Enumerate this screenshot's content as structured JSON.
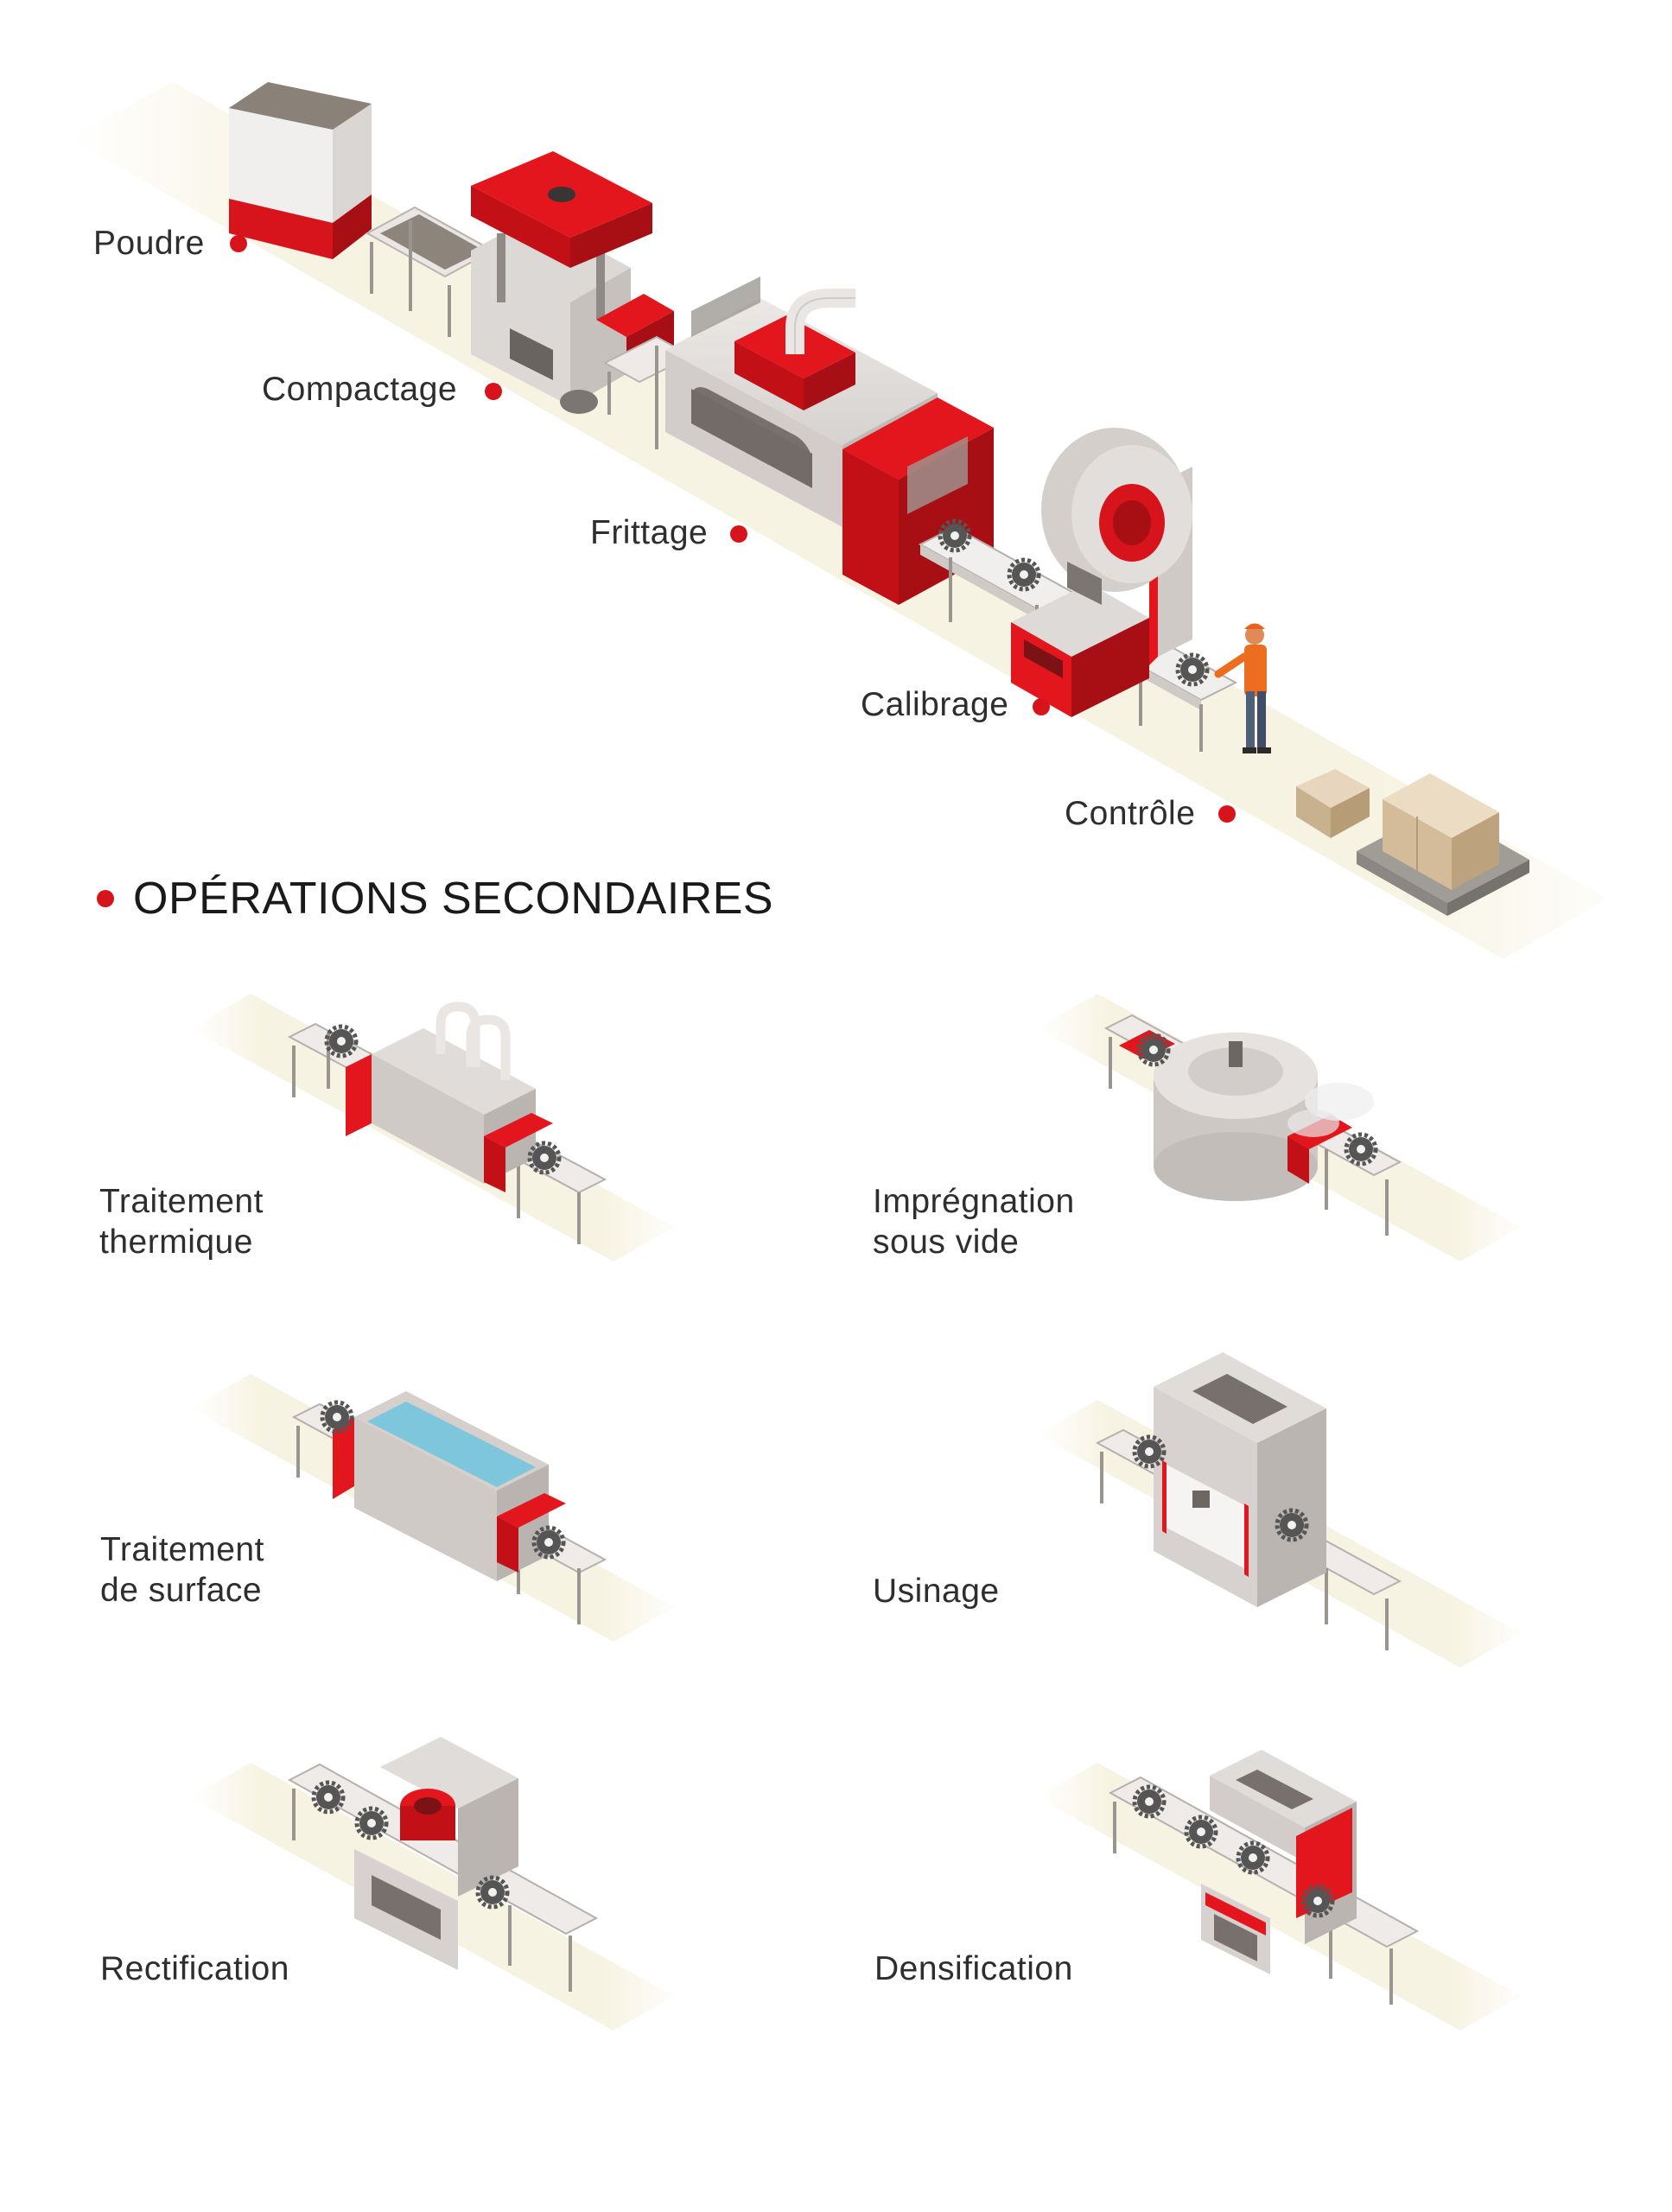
{
  "process_steps": [
    "Poudre",
    "Compactage",
    "Frittage",
    "Calibrage",
    "Contrôle"
  ],
  "secondary": {
    "heading": "OPÉRATIONS SECONDAIRES",
    "items": {
      "traitement_thermique": [
        "Traitement",
        "thermique"
      ],
      "impregnation": [
        "Imprégnation",
        "sous vide"
      ],
      "traitement_surface": [
        "Traitement",
        "de surface"
      ],
      "usinage": "Usinage",
      "rectification": "Rectification",
      "densification": "Densification"
    }
  },
  "colors": {
    "accent_red": "#d7141b",
    "machine_grey": "#dcd8d5",
    "floor_cream": "#f6f2df",
    "text": "#2e2e2e"
  }
}
